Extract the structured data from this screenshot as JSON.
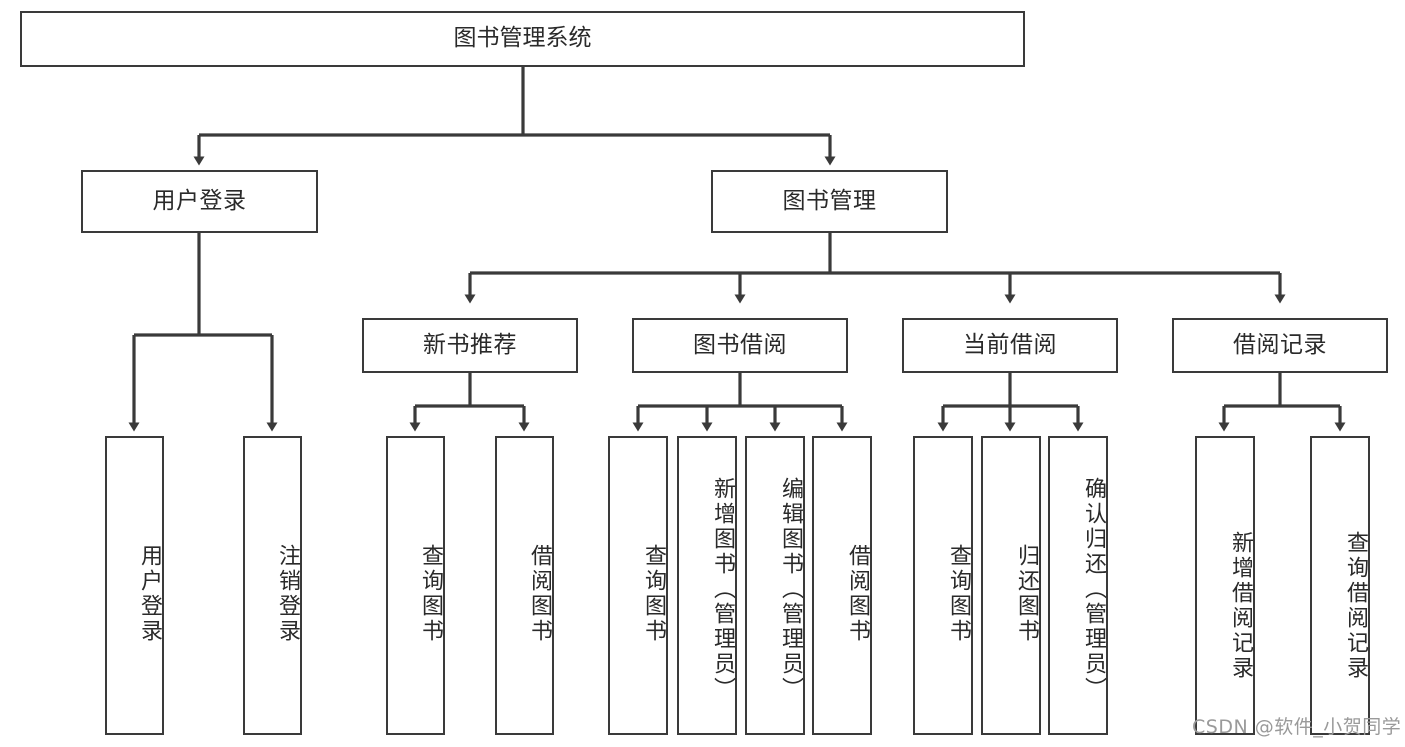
{
  "diagram": {
    "title": "图书管理系统",
    "type": "tree-hierarchy",
    "watermark": "CSDN @软件_小贺同学",
    "stroke_color": "#3a3a3a",
    "fill_color": "#ffffff",
    "text_color": "#2a2a2a",
    "watermark_color": "#9a9a9a"
  },
  "nodes": {
    "root": {
      "label": "图书管理系统"
    },
    "level1": [
      {
        "id": "user-login",
        "label": "用户登录"
      },
      {
        "id": "book-management",
        "label": "图书管理"
      }
    ],
    "level2": [
      {
        "id": "new-book-recommend",
        "label": "新书推荐"
      },
      {
        "id": "book-borrow",
        "label": "图书借阅"
      },
      {
        "id": "current-borrow",
        "label": "当前借阅"
      },
      {
        "id": "borrow-record",
        "label": "借阅记录"
      }
    ],
    "leaves": {
      "user-login": [
        {
          "id": "leaf-user-login",
          "label": "用户登录"
        },
        {
          "id": "leaf-logout-login",
          "label": "注销登录"
        }
      ],
      "new-book-recommend": [
        {
          "id": "leaf-query-book-1",
          "label": "查询图书"
        },
        {
          "id": "leaf-borrow-book-1",
          "label": "借阅图书"
        }
      ],
      "book-borrow": [
        {
          "id": "leaf-query-book-2",
          "label": "查询图书"
        },
        {
          "id": "leaf-add-book-admin",
          "label": "新增图书（管理员）"
        },
        {
          "id": "leaf-edit-book-admin",
          "label": "编辑图书（管理员）"
        },
        {
          "id": "leaf-borrow-book-2",
          "label": "借阅图书"
        }
      ],
      "current-borrow": [
        {
          "id": "leaf-query-book-3",
          "label": "查询图书"
        },
        {
          "id": "leaf-return-book",
          "label": "归还图书"
        },
        {
          "id": "leaf-confirm-return-admin",
          "label": "确认归还（管理员）"
        }
      ],
      "borrow-record": [
        {
          "id": "leaf-add-borrow-record",
          "label": "新增借阅记录"
        },
        {
          "id": "leaf-query-borrow-record",
          "label": "查询借阅记录"
        }
      ]
    }
  }
}
